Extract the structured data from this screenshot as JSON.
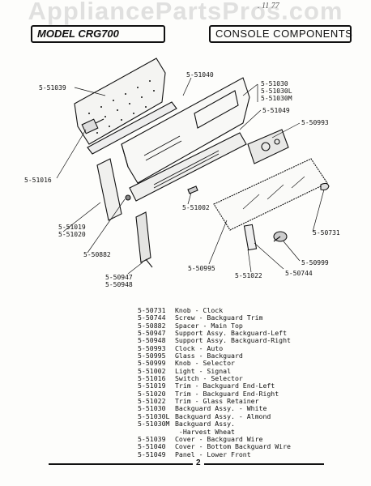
{
  "watermark": "AppliancePartsPros.com",
  "handwritten_note": ". 11 77",
  "title_left": "MODEL CRG700",
  "title_right": "CONSOLE COMPONENTS",
  "callouts": {
    "p51039": "5-51039",
    "p51040": "5-51040",
    "p51030": "5-51030",
    "p51030L": "5-51030L",
    "p51030M": "5-51030M",
    "p51049": "5-51049",
    "p50993": "5-50993",
    "p51016": "5-51016",
    "p51002": "5-51002",
    "p51019": "5-51019",
    "p51020": "5-51020",
    "p50882": "5-50882",
    "p50731": "5-50731",
    "p50999": "5-50999",
    "p50995": "5-50995",
    "p51022": "5-51022",
    "p50744": "5-50744",
    "p50947": "5-50947",
    "p50948": "5-50948"
  },
  "parts": [
    {
      "num": "5-50731",
      "desc": "Knob - Clock"
    },
    {
      "num": "5-50744",
      "desc": "Screw - Backguard Trim"
    },
    {
      "num": "5-50882",
      "desc": "Spacer - Main Top"
    },
    {
      "num": "5-50947",
      "desc": "Support Assy. Backguard-Left"
    },
    {
      "num": "5-50948",
      "desc": "Support Assy. Backguard-Right"
    },
    {
      "num": "5-50993",
      "desc": "Clock - Auto"
    },
    {
      "num": "5-50995",
      "desc": "Glass - Backguard"
    },
    {
      "num": "5-50999",
      "desc": "Knob - Selector"
    },
    {
      "num": "5-51002",
      "desc": "Light - Signal"
    },
    {
      "num": "5-51016",
      "desc": "Switch - Selector"
    },
    {
      "num": "5-51019",
      "desc": "Trim - Backguard End-Left"
    },
    {
      "num": "5-51020",
      "desc": "Trim - Backguard End-Right"
    },
    {
      "num": "5-51022",
      "desc": "Trim - Glass Retainer"
    },
    {
      "num": "5-51030",
      "desc": "Backguard Assy. - White"
    },
    {
      "num": "5-51030L",
      "desc": "Backguard Assy. - Almond"
    },
    {
      "num": "5-51030M",
      "desc": "Backguard Assy."
    },
    {
      "num": "",
      "desc": " -Harvest Wheat"
    },
    {
      "num": "5-51039",
      "desc": "Cover - Backguard Wire"
    },
    {
      "num": "5-51040",
      "desc": "Cover - Bottom Backguard Wire"
    },
    {
      "num": "5-51049",
      "desc": "Panel - Lower Front"
    }
  ],
  "page_number": "2"
}
